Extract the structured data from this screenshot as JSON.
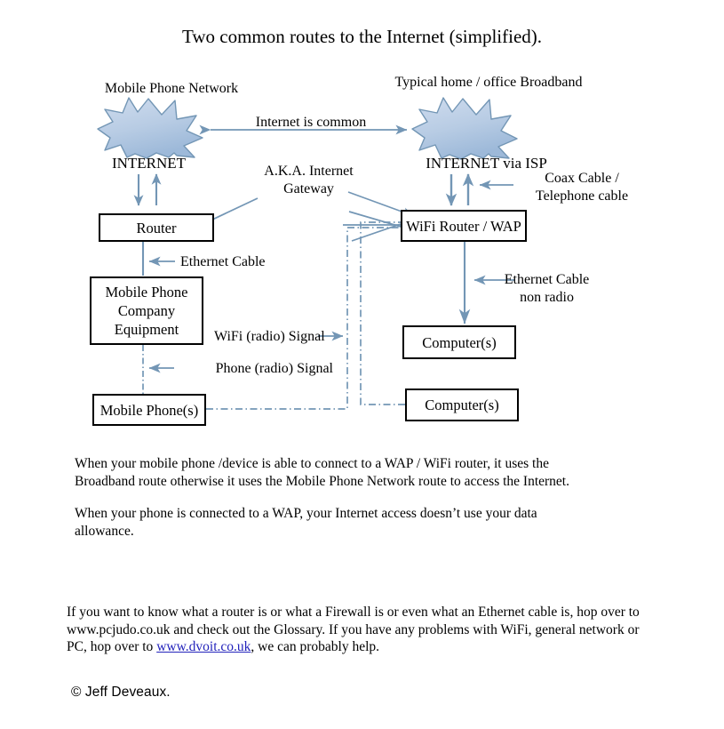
{
  "page": {
    "title": "Two common routes to the Internet (simplified)."
  },
  "colors": {
    "arrow_blue": "#7396b5",
    "star_fill": "#b8cce4",
    "star_stroke": "#7396b5",
    "box_border": "#000000",
    "link_blue": "#2222bb",
    "text": "#000000"
  },
  "diagram": {
    "headings": [
      {
        "id": "mobile-phone-network",
        "text": "Mobile Phone Network"
      },
      {
        "id": "typical-home-office-broadband",
        "text": "Typical home / office Broadband"
      }
    ],
    "clouds": [
      {
        "id": "internet-cloud-left",
        "label": "INTERNET"
      },
      {
        "id": "internet-cloud-right",
        "label": "INTERNET via ISP"
      }
    ],
    "boxes": [
      {
        "id": "router",
        "label": "Router"
      },
      {
        "id": "wifi-router-wap",
        "label": "WiFi Router / WAP"
      },
      {
        "id": "mobile-phone-company-equipment",
        "label": "Mobile Phone\nCompany\nEquipment"
      },
      {
        "id": "computers-ethernet",
        "label": "Computer(s)"
      },
      {
        "id": "computers-wifi",
        "label": "Computer(s)"
      },
      {
        "id": "mobile-phones",
        "label": "Mobile Phone(s)"
      }
    ],
    "edge_labels": [
      {
        "id": "internet-is-common",
        "text": "Internet is common"
      },
      {
        "id": "aka-internet-gateway",
        "text": "A.K.A. Internet\nGateway"
      },
      {
        "id": "coax-telephone-cable",
        "text": "Coax Cable /\nTelephone cable"
      },
      {
        "id": "ethernet-cable-left",
        "text": "Ethernet Cable"
      },
      {
        "id": "ethernet-cable-non-radio",
        "text": "Ethernet Cable\nnon radio"
      },
      {
        "id": "wifi-radio-signal",
        "text": "WiFi (radio) Signal"
      },
      {
        "id": "phone-radio-signal",
        "text": "Phone (radio) Signal"
      }
    ]
  },
  "body": {
    "paragraph1": "When your mobile phone /device is able to connect to a WAP / WiFi router, it uses the Broadband route otherwise it uses the Mobile Phone Network route to access the Internet.",
    "paragraph2": "When your phone is connected to a WAP, your Internet access doesn’t use your data allowance.",
    "paragraph3_part1": "If you want to know what a router is or what a Firewall is or even what an Ethernet cable is, hop over to www.pcjudo.co.uk and check out the Glossary. If you have any problems with WiFi, general network or PC, hop over to ",
    "paragraph3_link": "www.dvoit.co.uk",
    "paragraph3_part2": ", we can probably help.",
    "copyright": "© Jeff Deveaux."
  }
}
